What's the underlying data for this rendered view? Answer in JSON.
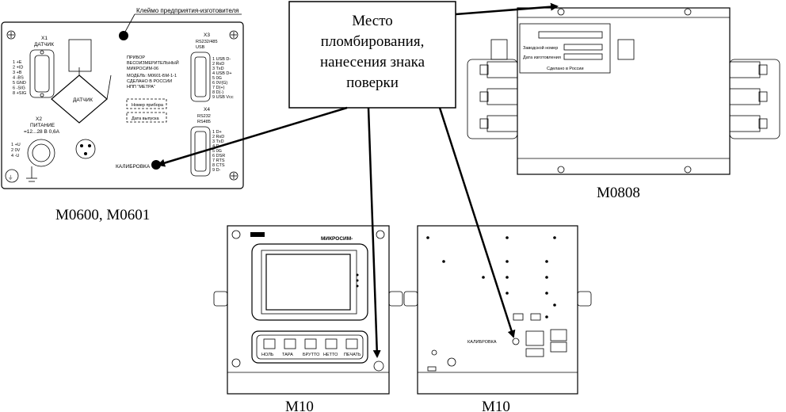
{
  "callout": {
    "lines": [
      "Место",
      "пломбирования,",
      "нанесения знака",
      "поверки"
    ]
  },
  "labels": {
    "manufacturer_mark": "Клеймо предприятия-изготовителя",
    "m0600_caption": "М0600, М0601",
    "m0808_caption": "М0808",
    "m10_front_caption": "М10",
    "m10_back_caption": "М10"
  },
  "m0600": {
    "x1": "X1",
    "x1_name": "ДАТЧИК",
    "x1_pins": [
      "1 +E",
      "2 +ID",
      "3 +B",
      "4 -BS",
      "5 GND",
      "6 -SIG",
      "8 +SIG"
    ],
    "x2": "X2",
    "x2_name": "ПИТАНИЕ",
    "x2_spec": "=12...28 В 0,6А",
    "x2_pins": [
      "1 +U",
      "2 0V",
      "4 -U"
    ],
    "device_title": [
      "ПРИБОР",
      "ВЕСОИЗМЕРИТЕЛЬНЫЙ",
      "МИКРОСИМ-06"
    ],
    "model": [
      "МОДЕЛЬ: M0601-БМ-1-1",
      "СДЕЛАНО В РОССИИ",
      "НПП \"МЕТРА\""
    ],
    "serial": "Номер прибора",
    "date": "Дата выпуска",
    "sensor": "ДАТЧИК",
    "calibration": "КАЛИБРОВКА",
    "x3": "X3",
    "x3_name": [
      "RS232/485",
      "USB"
    ],
    "x3_pins": [
      "1 USB D-",
      "2 RxD",
      "3 TxD",
      "4 USB D+",
      "5 0G",
      "6 0V(G)",
      "7 D(+)",
      "8 D(-)",
      "9 USB Vcc"
    ],
    "x4": "X4",
    "x4_name": [
      "RS232",
      "RS485"
    ],
    "x4_pins": [
      "1 D+",
      "2 RxD",
      "3 TxD",
      "4 D-",
      "5 0G",
      "6 DSR",
      "7 RTS",
      "8 CTS",
      "9 D-"
    ],
    "ground": "⏚"
  },
  "m0808": {
    "serial": "Заводской номер",
    "date": "Дата изготовления",
    "origin": "Сделано в России"
  },
  "m10": {
    "brand": "МИКРОСИМ-",
    "buttons": [
      "НОЛЬ",
      "ТАРА",
      "БРУТТО",
      "НЕТТО",
      "ПЕЧАТЬ"
    ],
    "calibration": "КАЛИБРОВКА"
  },
  "colors": {
    "line": "#000000",
    "background": "#ffffff"
  }
}
